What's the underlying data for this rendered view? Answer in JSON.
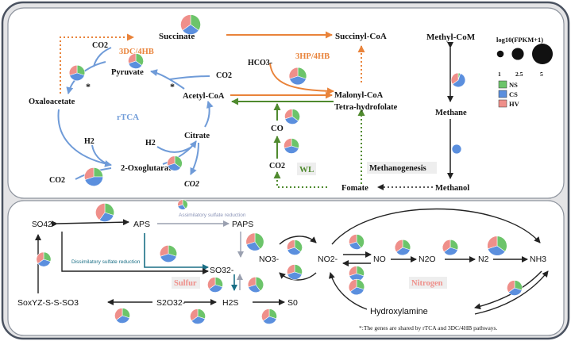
{
  "colors": {
    "NS": "#6cc46a",
    "CS": "#5b8fde",
    "HV": "#ef8f8a",
    "panel_border": "#4a5260",
    "carbon_blue": "#6f9bd8",
    "orange": "#e9833a",
    "green": "#4f8a2e"
  },
  "legend": {
    "title": "log10(FPKM+1)",
    "sizes": [
      "1",
      "2.5",
      "5"
    ],
    "entries": [
      {
        "key": "NS",
        "label": "NS",
        "color": "#6cc46a"
      },
      {
        "key": "CS",
        "label": "CS",
        "color": "#5b8fde"
      },
      {
        "key": "HV",
        "label": "HV",
        "color": "#ef8f8a"
      }
    ]
  },
  "carbon": {
    "metabolites": {
      "succinate": "Succinate",
      "succinyl_coa": "Succinyl-CoA",
      "methyl_com": "Methyl-CoM",
      "co2_top": "CO2",
      "pyruvate": "Pyruvate",
      "co2_right": "CO2",
      "oxaloacetate": "Oxaloacetate",
      "acetyl_coa": "Acetyl-CoA",
      "hco3": "HCO3-",
      "malonyl_coa": "Malonyl-CoA",
      "tetrahydrofolate": "Tetra-hydrofolate",
      "methane": "Methane",
      "h2_left": "H2",
      "h2_mid": "H2",
      "citrate": "Citrate",
      "co": "CO",
      "co2_bottom_left": "CO2",
      "oxoglutarate": "2-Oxoglutarate",
      "co2_citrate": "CO2",
      "co2_wl": "CO2",
      "methanol": "Methanol",
      "fomate": "Fomate"
    },
    "pathways": {
      "dc4hb": "3DC/4HB",
      "hp4hb": "3HP/4HB",
      "rtca": "rTCA",
      "wl": "WL",
      "methanogenesis": "Methanogenesis"
    },
    "star": "*"
  },
  "sulfur": {
    "metabolites": {
      "so4": "SO42-",
      "aps": "APS",
      "paps": "PAPS",
      "so3": "SO32-",
      "h2s": "H2S",
      "s0": "S0",
      "s2o3": "S2O32-",
      "soxyz": "SoxYZ-S-S-SO3"
    },
    "assimilatory": "Assimilatory sulfate reduction",
    "dissimilatory": "Dissimilatory sulfate reduction",
    "title": "Sulfur"
  },
  "nitrogen": {
    "metabolites": {
      "no3": "NO3-",
      "no2": "NO2-",
      "no": "NO",
      "n2o": "N2O",
      "n2": "N2",
      "nh3": "NH3",
      "hydroxylamine": "Hydroxylamine"
    },
    "title": "Nitrogen"
  },
  "footnote": "*:The genes are shared by rTCA and 3DC/4HB pathways.",
  "pie_data": [
    {
      "name": "pie-succinate",
      "size": 4.5,
      "NS": 0.35,
      "CS": 0.3,
      "HV": 0.35
    },
    {
      "name": "pie-3dc4hb-pyruvate",
      "size": 3.2,
      "NS": 0.35,
      "CS": 0.35,
      "HV": 0.3
    },
    {
      "name": "pie-3dc4hb-oxaloacetate",
      "size": 3.3,
      "NS": 0.3,
      "CS": 0.4,
      "HV": 0.3
    },
    {
      "name": "pie-3hp4hb",
      "size": 3.8,
      "NS": 0.3,
      "CS": 0.4,
      "HV": 0.3
    },
    {
      "name": "pie-methyl-com",
      "size": 2.9,
      "NS": 0.05,
      "CS": 0.6,
      "HV": 0.35
    },
    {
      "name": "pie-methane",
      "size": 1.5,
      "NS": 0.0,
      "CS": 1.0,
      "HV": 0.0
    },
    {
      "name": "pie-co",
      "size": 3.2,
      "NS": 0.35,
      "CS": 0.35,
      "HV": 0.3
    },
    {
      "name": "pie-co2-wl",
      "size": 3.2,
      "NS": 0.3,
      "CS": 0.4,
      "HV": 0.3
    },
    {
      "name": "pie-citrate",
      "size": 3.1,
      "NS": 0.35,
      "CS": 0.35,
      "HV": 0.3
    },
    {
      "name": "pie-oxoglutarate",
      "size": 4.1,
      "NS": 0.25,
      "CS": 0.45,
      "HV": 0.3
    },
    {
      "name": "pie-so4-aps",
      "size": 4.1,
      "NS": 0.3,
      "CS": 0.3,
      "HV": 0.4
    },
    {
      "name": "pie-assimilatory",
      "size": 1.8,
      "NS": 0.4,
      "CS": 0.3,
      "HV": 0.3
    },
    {
      "name": "pie-paps-so3",
      "size": 3.9,
      "NS": 0.4,
      "CS": 0.3,
      "HV": 0.3
    },
    {
      "name": "pie-dissim-aps",
      "size": 3.7,
      "NS": 0.3,
      "CS": 0.4,
      "HV": 0.3
    },
    {
      "name": "pie-so4-left",
      "size": 3.0,
      "NS": 0.3,
      "CS": 0.35,
      "HV": 0.35
    },
    {
      "name": "pie-so3-h2s",
      "size": 3.2,
      "NS": 0.3,
      "CS": 0.35,
      "HV": 0.35
    },
    {
      "name": "pie-h2s-right",
      "size": 3.3,
      "NS": 0.4,
      "CS": 0.3,
      "HV": 0.3
    },
    {
      "name": "pie-s2o3-h2s",
      "size": 3.2,
      "NS": 0.3,
      "CS": 0.35,
      "HV": 0.35
    },
    {
      "name": "pie-s2o3-sox",
      "size": 3.2,
      "NS": 0.3,
      "CS": 0.35,
      "HV": 0.35
    },
    {
      "name": "pie-h2s-s0",
      "size": 3.2,
      "NS": 0.3,
      "CS": 0.35,
      "HV": 0.35
    },
    {
      "name": "pie-no3-top",
      "size": 3.2,
      "NS": 0.35,
      "CS": 0.35,
      "HV": 0.3
    },
    {
      "name": "pie-no3-bottom",
      "size": 3.2,
      "NS": 0.3,
      "CS": 0.4,
      "HV": 0.3
    },
    {
      "name": "pie-no2-no-top",
      "size": 3.2,
      "NS": 0.4,
      "CS": 0.3,
      "HV": 0.3
    },
    {
      "name": "pie-no2-no-bottom",
      "size": 3.2,
      "NS": 0.3,
      "CS": 0.4,
      "HV": 0.3
    },
    {
      "name": "pie-no-n2o",
      "size": 3.3,
      "NS": 0.3,
      "CS": 0.35,
      "HV": 0.35
    },
    {
      "name": "pie-n2o-n2",
      "size": 3.3,
      "NS": 0.3,
      "CS": 0.35,
      "HV": 0.35
    },
    {
      "name": "pie-n2-nh3",
      "size": 4.4,
      "NS": 0.35,
      "CS": 0.35,
      "HV": 0.3
    },
    {
      "name": "pie-nh3-hydroxylamine",
      "size": 3.2,
      "NS": 0.3,
      "CS": 0.35,
      "HV": 0.35
    },
    {
      "name": "pie-hydroxylamine-no2",
      "size": 3.3,
      "NS": 0.3,
      "CS": 0.35,
      "HV": 0.35
    }
  ]
}
